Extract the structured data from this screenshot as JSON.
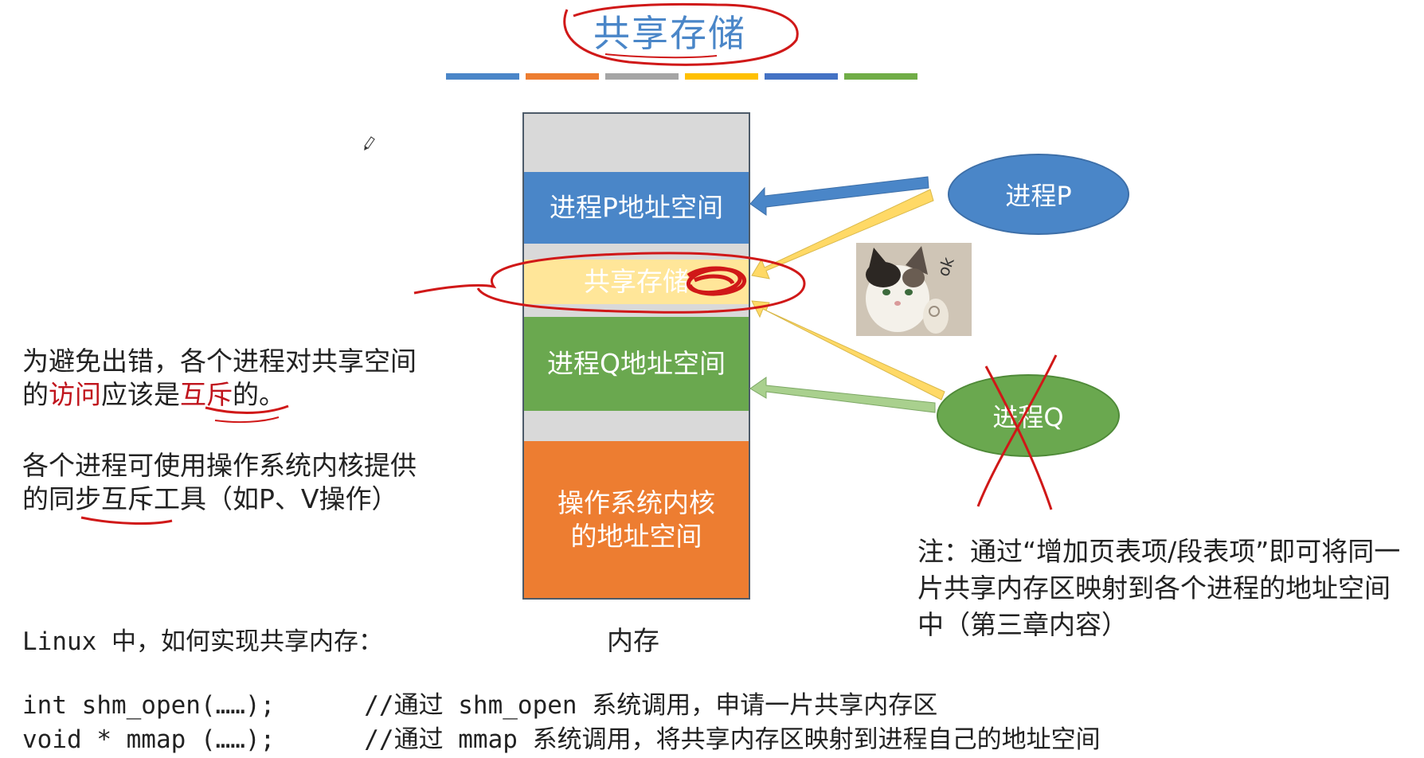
{
  "title": "共享存储",
  "accent_colors": [
    "#4a86c8",
    "#ed7d31",
    "#a5a5a5",
    "#ffc000",
    "#4472c4",
    "#70ad47"
  ],
  "memory": {
    "label": "内存",
    "blocks": [
      {
        "label": "",
        "color": "#d9d9d9"
      },
      {
        "label": "进程P地址空间",
        "color": "#4a86c8"
      },
      {
        "label": "",
        "color": "#d9d9d9"
      },
      {
        "label": "共享存储",
        "color": "#ffe699"
      },
      {
        "label": "",
        "color": "#d9d9d9"
      },
      {
        "label": "进程Q地址空间",
        "color": "#6aa84f"
      },
      {
        "label": "",
        "color": "#d9d9d9"
      },
      {
        "label": "操作系统内核的地址空间",
        "color": "#ed7d31"
      }
    ]
  },
  "processes": {
    "p": {
      "label": "进程P",
      "color": "#4a86c8"
    },
    "q": {
      "label": "进程Q",
      "color": "#6aa84f"
    }
  },
  "left_text": {
    "para1_a": "为避免出错，各个进程对共享空间的",
    "para1_red1": "访问",
    "para1_b": "应该是",
    "para1_red2": "互斥",
    "para1_c": "的。",
    "para2": "各个进程可使用操作系统内核提供的同步互斥工具（如P、V操作）"
  },
  "note": "注：通过“增加页表项/段表项”即可将同一片共享内存区映射到各个进程的地址空间中（第三章内容）",
  "linux": {
    "heading": "Linux 中，如何实现共享内存：",
    "line1": "int shm_open(……);      //通过 shm_open 系统调用，申请一片共享内存区",
    "line2": "void * mmap (……);      //通过 mmap 系统调用，将共享内存区映射到进程自己的地址空间"
  },
  "sticker": {
    "text": "ok"
  },
  "icons": [
    "pencil-cursor-icon"
  ]
}
